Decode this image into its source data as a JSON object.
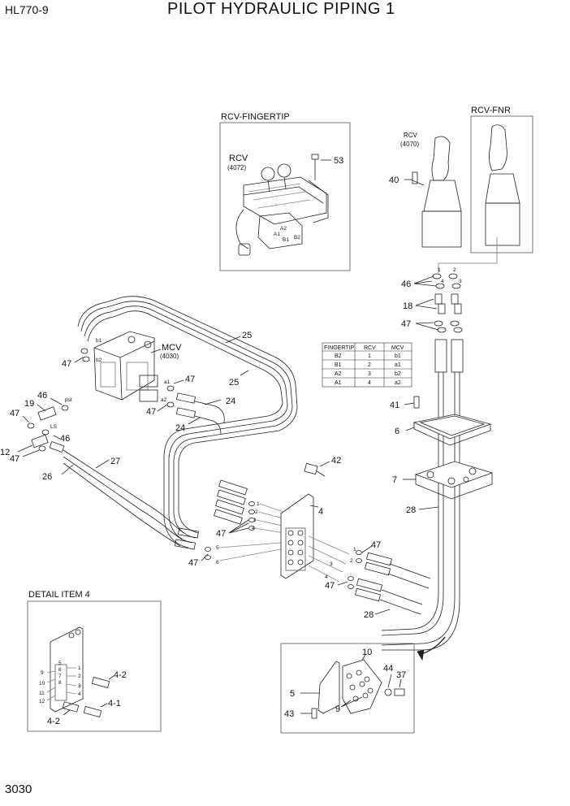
{
  "header": {
    "model": "HL770-9",
    "title": "PILOT HYDRAULIC PIPING 1"
  },
  "page_number": "3030",
  "views": {
    "fingertip_box_title": "RCV-FINGERTIP",
    "fnr_box_title": "RCV-FNR",
    "detail_title": "DETAIL ITEM 4"
  },
  "components": {
    "rcv_fingertip": "RCV",
    "rcv_fingertip_code": "(4072)",
    "rcv_main": "RCV",
    "rcv_main_code": "(4070)",
    "mcv": "MCV",
    "mcv_code": "(4030)"
  },
  "table": {
    "headers": [
      "FINGERTIP",
      "RCV",
      "MCV"
    ],
    "rows": [
      [
        "B2",
        "1",
        "b1"
      ],
      [
        "B1",
        "2",
        "a1"
      ],
      [
        "A2",
        "3",
        "b2"
      ],
      [
        "A1",
        "4",
        "a2"
      ]
    ]
  },
  "callouts": {
    "c53": "53",
    "c40": "40",
    "c46a": "46",
    "c18": "18",
    "c47a": "47",
    "c25a": "25",
    "c25b": "25",
    "c47b": "47",
    "c47c": "47",
    "c47d": "47",
    "c24a": "24",
    "c24b": "24",
    "c46b": "46",
    "c19": "19",
    "c47e": "47",
    "c12": "12",
    "c47f": "47",
    "c46c": "46",
    "c26": "26",
    "c27": "27",
    "c41": "41",
    "c6": "6",
    "c7": "7",
    "c28a": "28",
    "c28b": "28",
    "c42": "42",
    "c4": "4",
    "c47g": "47",
    "c47h": "47",
    "c47i": "47",
    "c47j": "47",
    "c10": "10",
    "c44": "44",
    "c37": "37",
    "c5": "5",
    "c43": "43",
    "c9": "9",
    "c4_2a": "4-2",
    "c4_1": "4-1",
    "c4_2b": "4-2"
  },
  "port_labels": {
    "b1": "b1",
    "b2": "b2",
    "a1": "a1",
    "a2": "a2",
    "pst": "pst",
    "ls": "LS",
    "fa2": "A2",
    "fa1": "A1",
    "fb1": "B1",
    "fb2": "B2",
    "r1": "1",
    "r2": "2",
    "r3": "3",
    "r4": "4",
    "h1": "1",
    "h2": "2",
    "h3": "3",
    "h4": "4",
    "h5": "5",
    "h6": "6",
    "k1": "1",
    "k2": "2",
    "k3": "3",
    "k4": "4",
    "d1": "1",
    "d2": "2",
    "d3": "3",
    "d4": "4",
    "d5": "5",
    "d6": "6",
    "d7": "7",
    "d8": "8",
    "d9": "9",
    "d10": "10",
    "d11": "11",
    "d12": "12"
  }
}
